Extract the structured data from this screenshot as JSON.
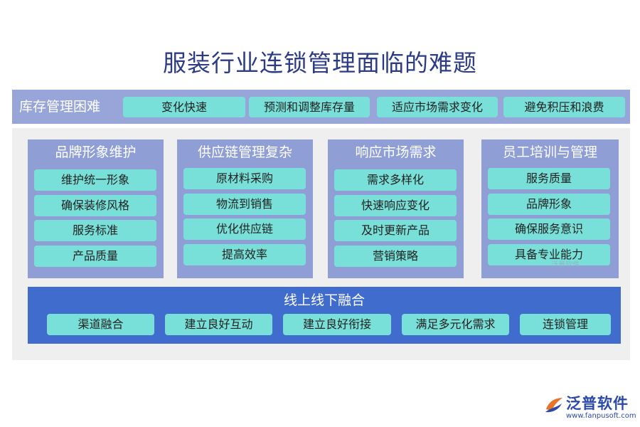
{
  "title": "服装行业连锁管理面临的难题",
  "inventory": {
    "label": "库存管理困难",
    "items": [
      "变化快速",
      "预测和调整库存量",
      "适应市场需求变化",
      "避免积压和浪费"
    ]
  },
  "cards": [
    {
      "title": "品牌形象维护",
      "items": [
        "维护统一形象",
        "确保装修风格",
        "服务标准",
        "产品质量"
      ]
    },
    {
      "title": "供应链管理复杂",
      "items": [
        "原材料采购",
        "物流到销售",
        "优化供应链",
        "提高效率"
      ]
    },
    {
      "title": "响应市场需求",
      "items": [
        "需求多样化",
        "快速响应变化",
        "及时更新产品",
        "营销策略"
      ]
    },
    {
      "title": "员工培训与管理",
      "items": [
        "服务质量",
        "品牌形象",
        "确保服务意识",
        "具备专业能力"
      ]
    }
  ],
  "online": {
    "title": "线上线下融合",
    "items": [
      "渠道融合",
      "建立良好互动",
      "建立良好衔接",
      "满足多元化需求",
      "连锁管理"
    ]
  },
  "watermark": "泛普软件",
  "logo": {
    "name": "泛普软件",
    "url": "www.fanpusoft.com"
  },
  "colors": {
    "title": "#2b3b86",
    "band": "#98a5d9",
    "card": "#8f9fd6",
    "item": "#78e0d8",
    "online_panel": "#3f6ccd",
    "logo": "#2b4aa8"
  }
}
